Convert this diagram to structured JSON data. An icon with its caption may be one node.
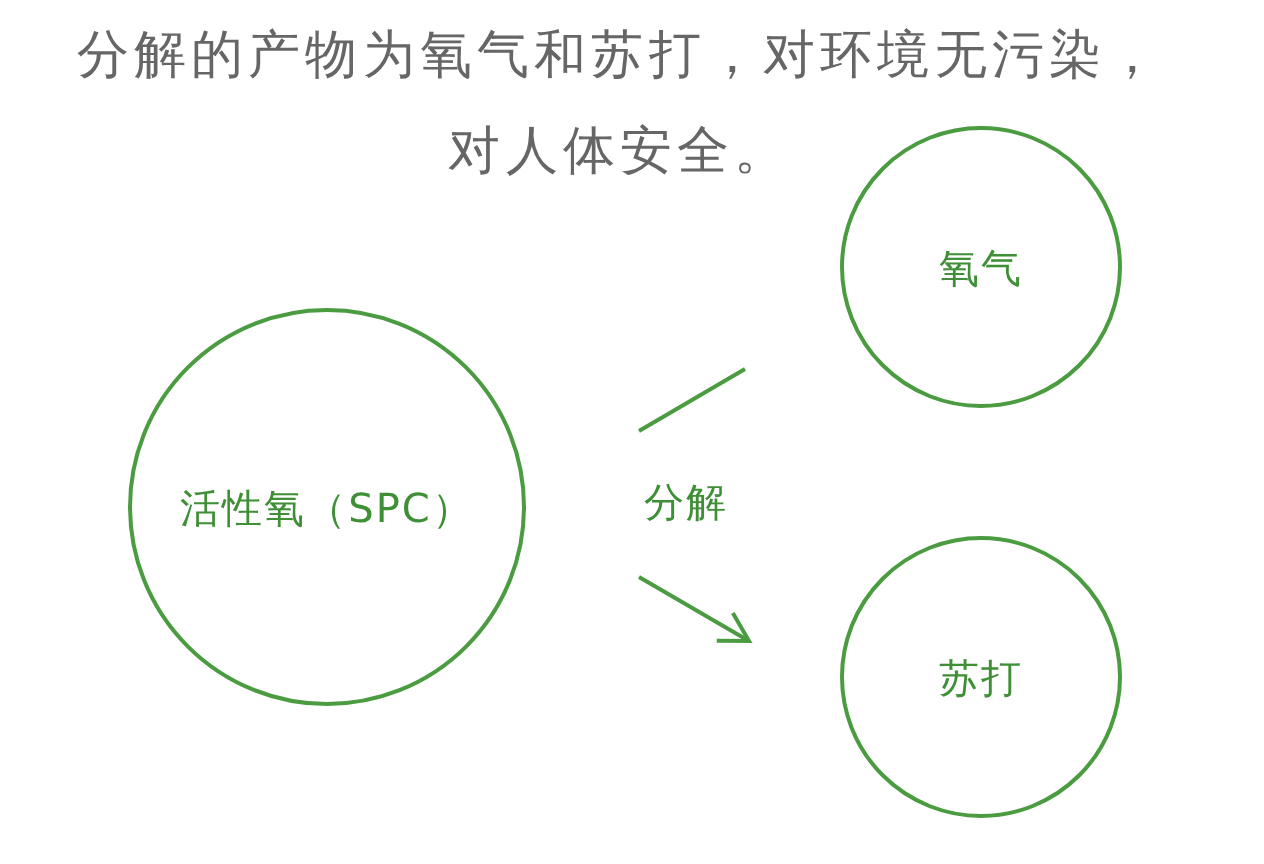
{
  "diagram": {
    "title": "分解的产物为氧气和苏打，对环境无污染，对人体安全。",
    "nodes": [
      {
        "text": [
          "活性氧（SPC）"
        ]
      },
      {
        "text": [
          "氧气"
        ]
      },
      {
        "text": [
          "苏打"
        ]
      }
    ],
    "edges": [
      {
        "from": 0,
        "to": 1,
        "arrow": "none"
      },
      {
        "from": 0,
        "to": 2,
        "arrow": "to"
      }
    ],
    "labels": [
      "分解"
    ]
  }
}
